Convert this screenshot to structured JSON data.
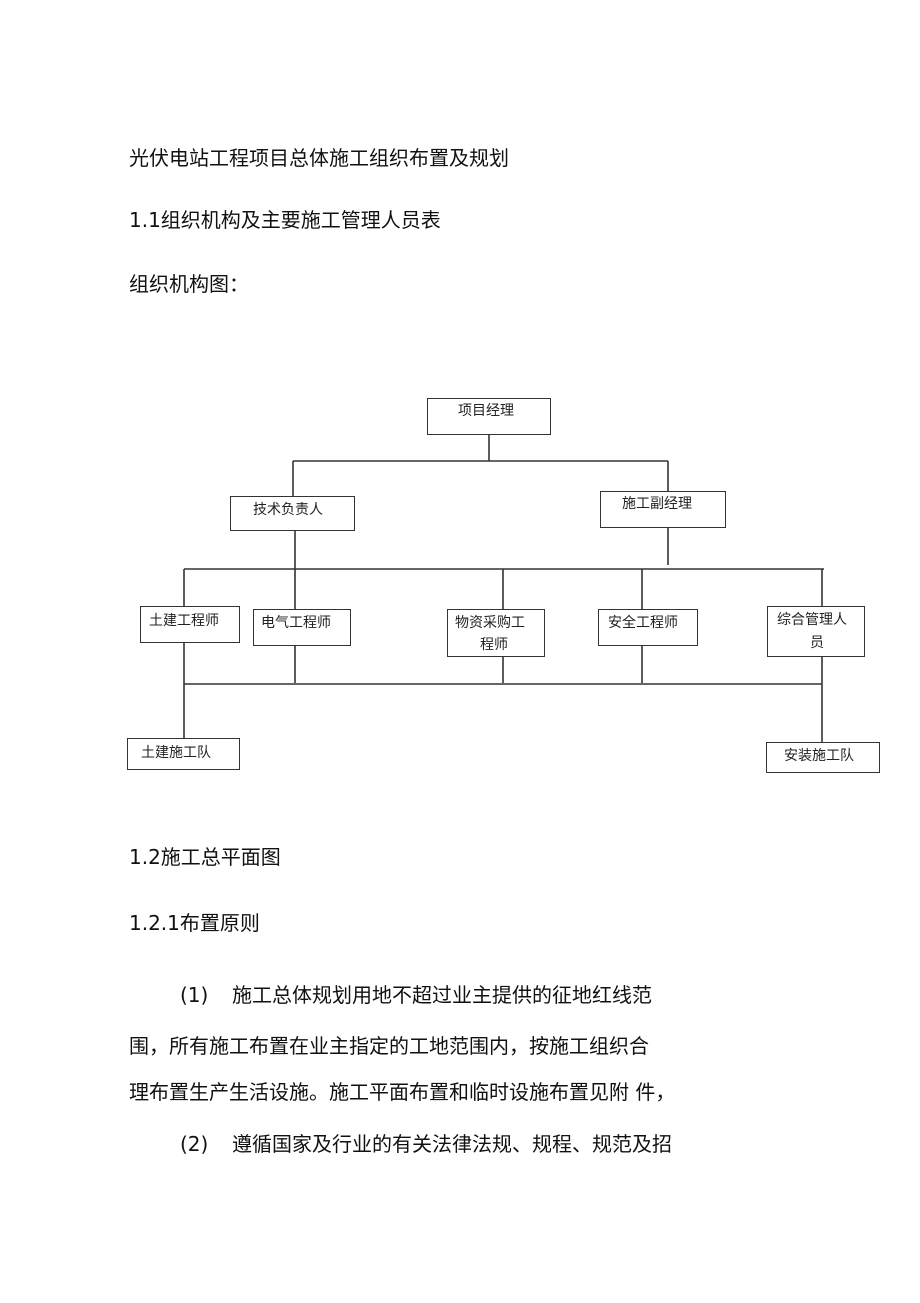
{
  "doc": {
    "title": "光伏电站工程项目总体施工组织布置及规划",
    "section_1_1": "1.1组织机构及主要施工管理人员表",
    "org_label": "组织机构图：",
    "section_1_2": "1.2施工总平面图",
    "section_1_2_1": "1.2.1布置原则"
  },
  "org_chart": {
    "manager": "项目经理",
    "tech_lead": "技术负责人",
    "deputy_manager": "施工副经理",
    "civil_engineer": "土建工程师",
    "electrical_engineer": "电气工程师",
    "materials_engineer_line1": "物资采购工",
    "materials_engineer_line2": "程师",
    "safety_engineer": "安全工程师",
    "admin_staff_line1": "综合管理人",
    "admin_staff_line2": "员",
    "civil_team": "土建施工队",
    "install_team": "安装施工队"
  },
  "paragraphs": {
    "p1_num": "(1)",
    "p1_line1": "施工总体规划用地不超过业主提供的征地红线范",
    "p1_line2": "围，所有施工布置在业主指定的工地范围内，按施工组织合",
    "p1_line3": "理布置生产生活设施。施工平面布置和临时设施布置见附 件，",
    "p2_num": "(2)",
    "p2_line1": "遵循国家及行业的有关法律法规、规程、规范及招"
  }
}
